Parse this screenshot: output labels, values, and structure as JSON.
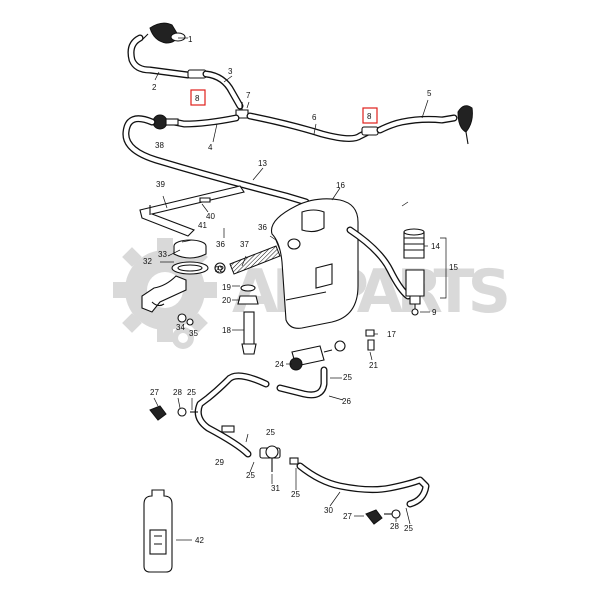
{
  "watermark": {
    "text": "AMPARTS",
    "color": "#d9d9d9"
  },
  "highlight_color": "#e0201c",
  "callouts": {
    "c1": "1",
    "c2": "2",
    "c3": "3",
    "c4": "4",
    "c5": "5",
    "c6": "6",
    "c7": "7",
    "c8a": "8",
    "c8b": "8",
    "c9": "9",
    "c13": "13",
    "c14": "14",
    "c15": "15",
    "c16": "16",
    "c17": "17",
    "c18": "18",
    "c19": "19",
    "c20": "20",
    "c21": "21",
    "c22": "22",
    "c24": "24",
    "c25a": "25",
    "c25b": "25",
    "c25c": "25",
    "c25d": "25",
    "c25e": "25",
    "c25f": "25",
    "c26": "26",
    "c27a": "27",
    "c27b": "27",
    "c28a": "28",
    "c28b": "28",
    "c29": "29",
    "c30": "30",
    "c31": "31",
    "c32": "32",
    "c33": "33",
    "c34": "34",
    "c35": "35",
    "c36a": "36",
    "c36b": "36",
    "c37": "37",
    "c38": "38",
    "c39": "39",
    "c40": "40",
    "c41": "41",
    "c42": "42"
  },
  "icons": [
    "gear-icon",
    "nozzle-icon",
    "pump-icon",
    "bottle-icon"
  ]
}
